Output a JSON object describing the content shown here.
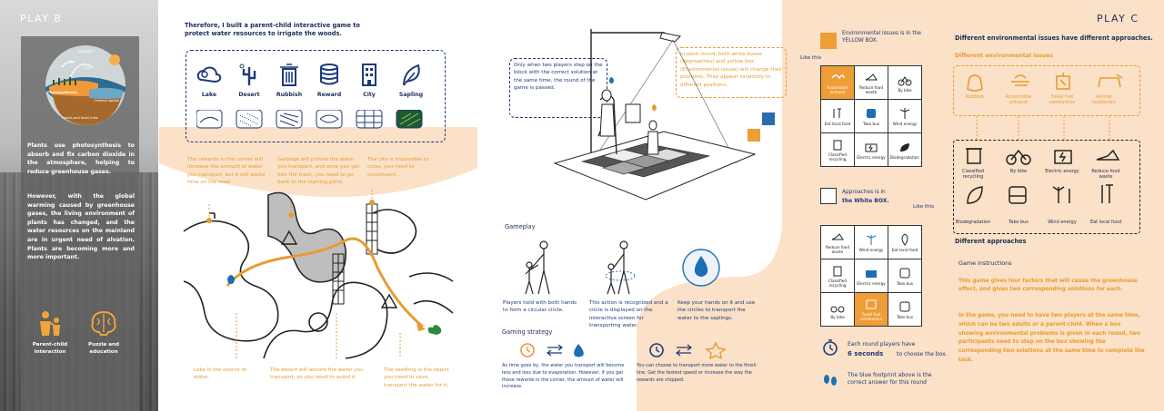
{
  "playb": {
    "label": "PLAY B",
    "diagram": {
      "sunlight": "Sunlight",
      "o2": "O₂",
      "co2": "CO₂",
      "photo": "Photosynthesis",
      "oceans": "Oceans uptake",
      "fossil": "Fossils and fossil fuels"
    },
    "para1": "Plants use photosynthesis to absorb and fix carbon dioxide in the atmosphere, helping to reduce greenhouse gases.",
    "para2": "However, with the global warming caused by greenhouse gases, the living environment of plants has changed, and the water resources on the mainland are in urgent need of alvation. Plants are becoming more and more important.",
    "badge1": "Parent-child interaction",
    "badge2": "Puzzle and education"
  },
  "intro": {
    "heading": "Therefore, I built a parent-child interactive game to protect water resources to irrigate the woods.",
    "items": [
      "Lake",
      "Desert",
      "Rubbish",
      "Reward",
      "City",
      "Sapling"
    ]
  },
  "notes": {
    "reward": "The rewards in the corner will increase the amount of water you transport, but it will waste time on the road.",
    "garbage": "Garbage will pollute the water you transport, and once you get into the trash, you need to go back to the starting point.",
    "city": "The city is impossible to cross, you need to circumvent.",
    "lake": "Lake is the source of water.",
    "desert": "The desert will absorb the water you transport, so you need to avoid it.",
    "seedling": "The seedling is the object you need to save, transport the water for it."
  },
  "scene": {
    "left_note": "Only when two players step on the block with the correct solution at the same time, the round of the game is passed.",
    "right_note": "In each round, both white boxes (Approaches) and yellow box (Environmental issues) will change their positions. They appear randomly in different positions."
  },
  "gameplay": {
    "heading": "Gameplay",
    "step1": "Players hold with both hands to form a circular circle.",
    "step2": "This action is recognized and a circle is displayed on the interactive screen for transporting water.",
    "step3": "Keep your hands on it and use the circles to transport the water to the saplings."
  },
  "strategy": {
    "heading": "Gaming strategy",
    "s1": "As time goes by, the water you transport will become less and less due to evaporation. However, if you get these rewards in the corner, the amount of water will increase.",
    "s2": "You can choose to transport more water to the finish line. Get the fastest speed or increase the way the rewards are shipped."
  },
  "grids": {
    "yellow_title": "Environmental issues is in the YELLOW BOX.",
    "like_this": "Like this",
    "grid1": [
      "Automobile exhaust",
      "Reduce food waste",
      "By bike",
      "Eat local food",
      "Take bus",
      "Wind energy",
      "Classified recycling",
      "Electric energy",
      "Biodegradation"
    ],
    "white_title_1": "Approaches is in",
    "white_title_2": "the White BOX.",
    "grid2": [
      "Reduce food waste",
      "Wind energy",
      "Eat local food",
      "Classified recycling",
      "Electric energy",
      "Take bus",
      "By bike",
      "Fossil fuel combustion",
      "Take bus"
    ],
    "round_1": "Each round players have",
    "round_2": "6 seconds",
    "round_3": "to choose the box.",
    "foot": "The blue footprint above is the correct answer for this round"
  },
  "playc": {
    "label": "PLAY C",
    "heading": "Different environmental issues have different approaches.",
    "issues_title": "Different environmental issues",
    "issues": [
      "Rubbish",
      "Automobile exhaust",
      "Fossil fuel combustion",
      "Animal husbandry"
    ],
    "approaches": [
      "Classified recycling",
      "By bike",
      "Electric energy",
      "Reduce food waste",
      "Biodegradation",
      "Take bus",
      "Wind energy",
      "Eat local food"
    ],
    "approaches_title": "Different approaches",
    "instructions_title": "Game instructions",
    "instr1": "This game gives four factors that will cause the greenhouse effect, and gives two corresponding solutions for each.",
    "instr2": "In the game, you need to have two players at the same time, which can be two adults or a parent-child. When a box showing environmental problems is given in each round, two participants need to step on the box showing the corresponding two solutions at the same time to complete the task."
  },
  "colors": {
    "orange": "#e89b2f",
    "navy": "#1d3a7a",
    "peach": "#fbe1c7"
  }
}
